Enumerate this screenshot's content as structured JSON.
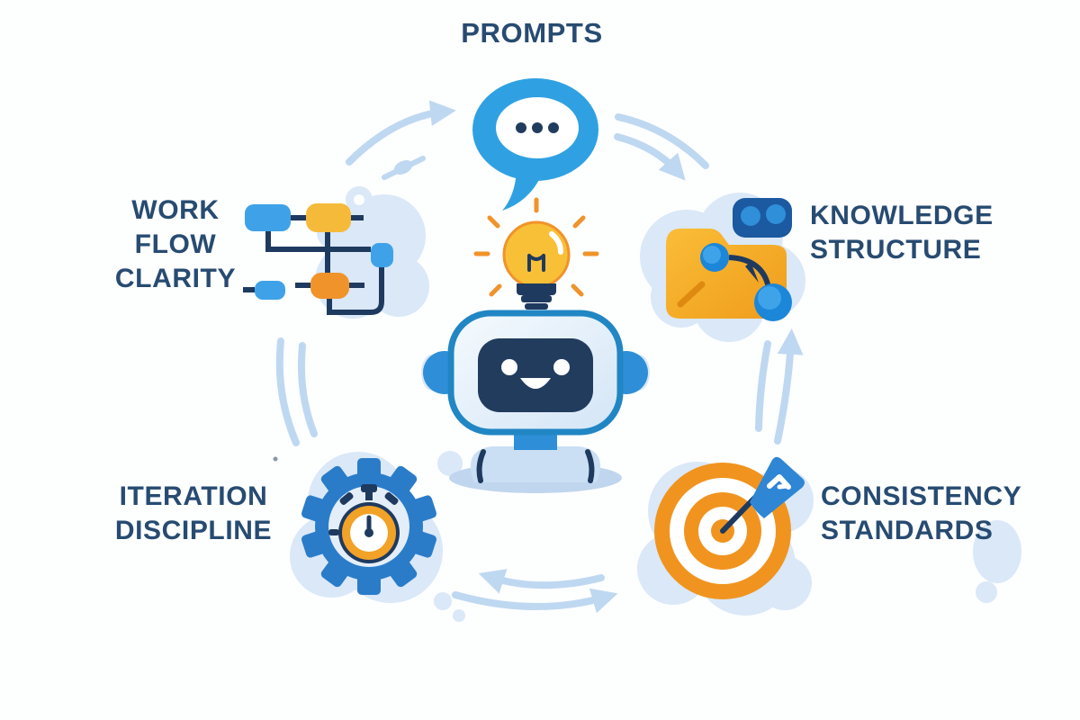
{
  "diagram": {
    "type": "cycle-infographic",
    "background": "#fdfefe",
    "center": {
      "icon": "robot-icon",
      "accessory": "lightbulb-icon"
    },
    "nodes": {
      "prompts": {
        "label": "PROMPTS",
        "icon": "speech-bubble-icon",
        "position": "top"
      },
      "workflow": {
        "lines": [
          "WORK",
          "FLOW",
          "CLARITY"
        ],
        "icon": "flowchart-icon",
        "position": "left"
      },
      "knowledge": {
        "lines": [
          "KNOWLEDGE",
          "STRUCTURE"
        ],
        "icon": "folder-icon",
        "position": "right"
      },
      "iteration": {
        "lines": [
          "ITERATION",
          "DISCIPLINE"
        ],
        "icon": "gear-stopwatch-icon",
        "position": "bottom-left"
      },
      "consistency": {
        "lines": [
          "CONSISTENCY",
          "STANDARDS"
        ],
        "icon": "target-dart-icon",
        "position": "bottom-right"
      }
    },
    "arrows": {
      "style": "light-blue curved strokes",
      "segments": [
        "workflow-to-prompts (up-right, arrowhead)",
        "prompts-to-knowledge (down-right, arrowhead)",
        "consistency-to-knowledge (up, arrowhead)",
        "consistency-to-iteration (left, arrowhead)",
        "iteration-to-consistency (right, arrowhead)",
        "workflow-iteration (plain double curve)"
      ]
    },
    "palette": {
      "navy_text": "#274b71",
      "icon_navy": "#1f3a5f",
      "bright_blue": "#2fa1e3",
      "node_blue": "#3fa2e8",
      "gear_blue": "#2a7cc9",
      "orange": "#f0941f",
      "yellow": "#f7b32b",
      "arrow_blue": "#bfd8f1",
      "blob_blue": "#dae8f8"
    }
  }
}
